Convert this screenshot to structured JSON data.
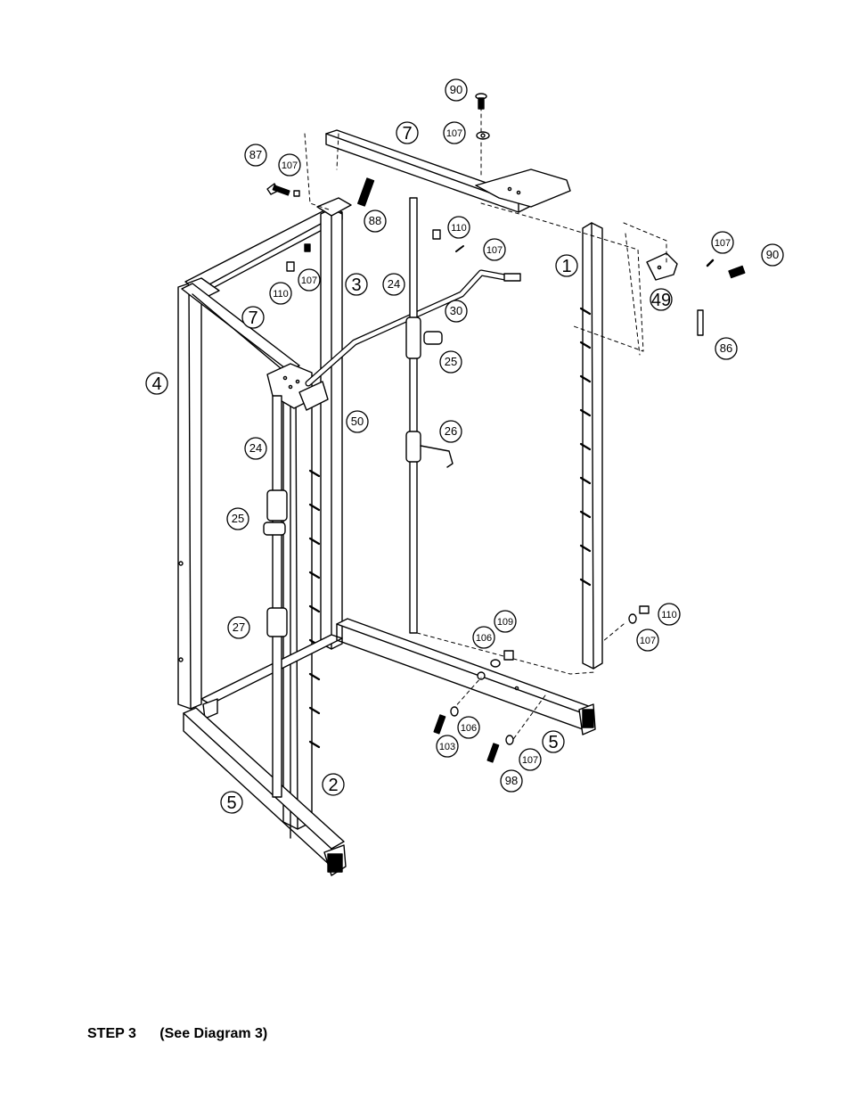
{
  "diagram": {
    "callouts": [
      {
        "id": "c90a",
        "label": "90"
      },
      {
        "id": "c107a",
        "label": "107"
      },
      {
        "id": "c7a",
        "label": "7"
      },
      {
        "id": "c87",
        "label": "87"
      },
      {
        "id": "c107b",
        "label": "107"
      },
      {
        "id": "c88",
        "label": "88"
      },
      {
        "id": "c110a",
        "label": "110"
      },
      {
        "id": "c107c",
        "label": "107"
      },
      {
        "id": "c3",
        "label": "3"
      },
      {
        "id": "c24a",
        "label": "24"
      },
      {
        "id": "c110b",
        "label": "110"
      },
      {
        "id": "c107d",
        "label": "107"
      },
      {
        "id": "c1",
        "label": "1"
      },
      {
        "id": "c107e",
        "label": "107"
      },
      {
        "id": "c90b",
        "label": "90"
      },
      {
        "id": "c49",
        "label": "49"
      },
      {
        "id": "c86",
        "label": "86"
      },
      {
        "id": "c30",
        "label": "30"
      },
      {
        "id": "c25a",
        "label": "25"
      },
      {
        "id": "c4",
        "label": "4"
      },
      {
        "id": "c7b",
        "label": "7"
      },
      {
        "id": "c50",
        "label": "50"
      },
      {
        "id": "c24b",
        "label": "24"
      },
      {
        "id": "c26",
        "label": "26"
      },
      {
        "id": "c25b",
        "label": "25"
      },
      {
        "id": "c27",
        "label": "27"
      },
      {
        "id": "c109",
        "label": "109"
      },
      {
        "id": "c106a",
        "label": "106"
      },
      {
        "id": "c110c",
        "label": "110"
      },
      {
        "id": "c107f",
        "label": "107"
      },
      {
        "id": "c106b",
        "label": "106"
      },
      {
        "id": "c103",
        "label": "103"
      },
      {
        "id": "c5a",
        "label": "5"
      },
      {
        "id": "c107g",
        "label": "107"
      },
      {
        "id": "c98",
        "label": "98"
      },
      {
        "id": "c2",
        "label": "2"
      },
      {
        "id": "c5b",
        "label": "5"
      }
    ]
  },
  "footer": {
    "step": "STEP 3",
    "reference": "(See Diagram 3)"
  }
}
